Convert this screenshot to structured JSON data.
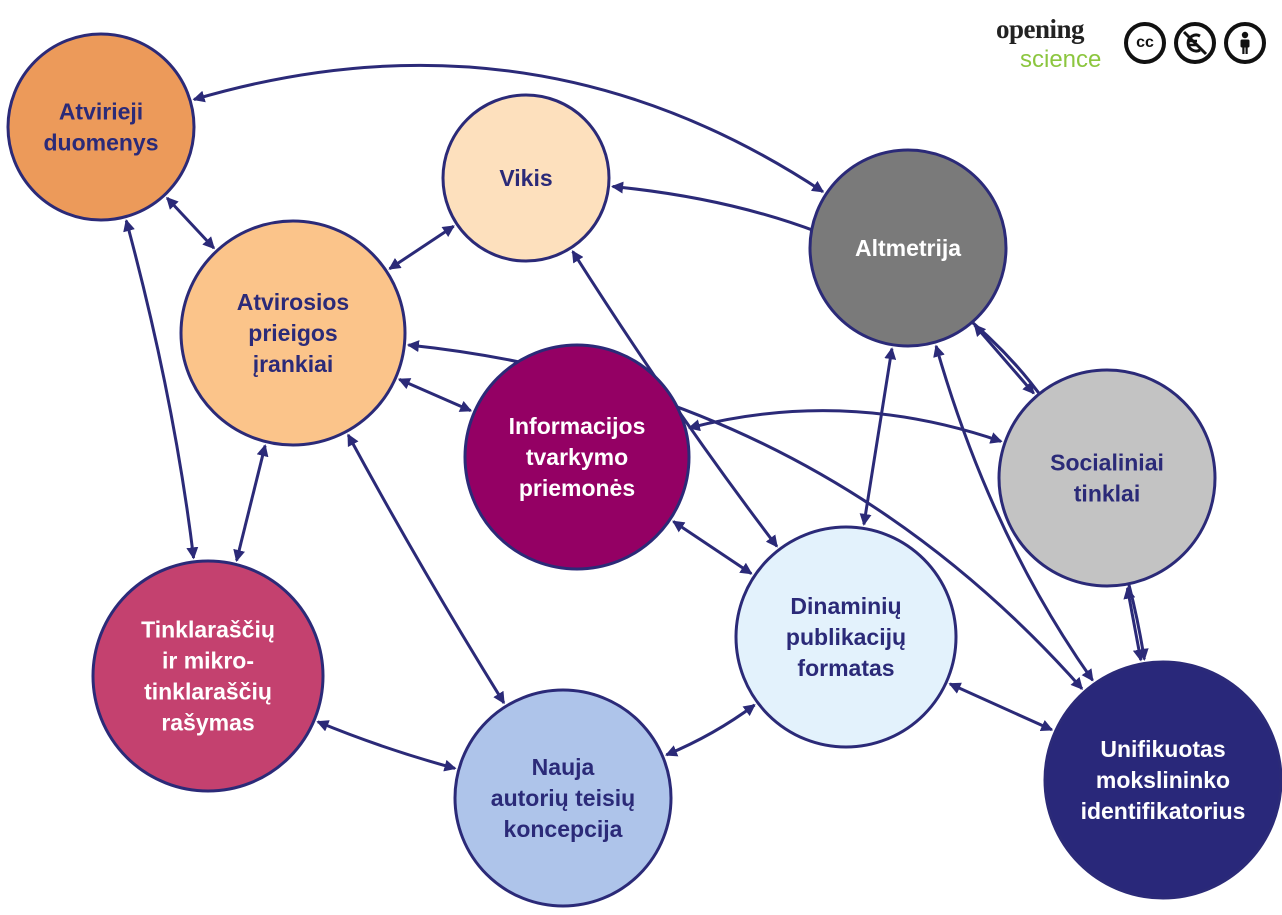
{
  "diagram": {
    "nodes": [
      {
        "id": "atvirieji",
        "lines": [
          "Atvirieji",
          "duomenys"
        ],
        "fill": "#ec9a5a",
        "text_color": "#2b2a78"
      },
      {
        "id": "vikis",
        "lines": [
          "Vikis"
        ],
        "fill": "#fde0bd",
        "text_color": "#2b2a78"
      },
      {
        "id": "altmetrija",
        "lines": [
          "Altmetrija"
        ],
        "fill": "#7a7a7a",
        "text_color": "#ffffff"
      },
      {
        "id": "atvirosios",
        "lines": [
          "Atvirosios",
          "prieigos",
          "įrankiai"
        ],
        "fill": "#fbc48a",
        "text_color": "#2b2a78"
      },
      {
        "id": "informacijos",
        "lines": [
          "Informacijos",
          "tvarkymo",
          "priemonės"
        ],
        "fill": "#940064",
        "text_color": "#ffffff"
      },
      {
        "id": "socialiniai",
        "lines": [
          "Socialiniai",
          "tinklai"
        ],
        "fill": "#c3c3c3",
        "text_color": "#2b2a78"
      },
      {
        "id": "dinaminiu",
        "lines": [
          "Dinaminių",
          "publikacijų",
          "formatas"
        ],
        "fill": "#e3f2fc",
        "text_color": "#2b2a78"
      },
      {
        "id": "tinklarasciu",
        "lines": [
          "Tinklaraščių",
          "ir mikro-",
          "tinklaraščių",
          "rašymas"
        ],
        "fill": "#c4416f",
        "text_color": "#ffffff"
      },
      {
        "id": "nauja",
        "lines": [
          "Nauja",
          "autorių teisių",
          "koncepcija"
        ],
        "fill": "#aec4ea",
        "text_color": "#2b2a78"
      },
      {
        "id": "unifikuotas",
        "lines": [
          "Unifikuotas",
          "mokslininko",
          "identifikatorius"
        ],
        "fill": "#29287a",
        "text_color": "#ffffff"
      }
    ],
    "edges": [
      {
        "from": "atvirieji",
        "to": "altmetrija"
      },
      {
        "from": "vikis",
        "to": "unifikuotas"
      },
      {
        "from": "atvirieji",
        "to": "atvirosios"
      },
      {
        "from": "atvirieji",
        "to": "tinklarasciu"
      },
      {
        "from": "vikis",
        "to": "atvirosios"
      },
      {
        "from": "vikis",
        "to": "dinaminiu"
      },
      {
        "from": "altmetrija",
        "to": "socialiniai"
      },
      {
        "from": "altmetrija",
        "to": "dinaminiu"
      },
      {
        "from": "altmetrija",
        "to": "unifikuotas"
      },
      {
        "from": "atvirosios",
        "to": "informacijos"
      },
      {
        "from": "atvirosios",
        "to": "tinklarasciu"
      },
      {
        "from": "atvirosios",
        "to": "nauja"
      },
      {
        "from": "atvirosios",
        "to": "unifikuotas"
      },
      {
        "from": "informacijos",
        "to": "socialiniai"
      },
      {
        "from": "informacijos",
        "to": "dinaminiu"
      },
      {
        "from": "socialiniai",
        "to": "unifikuotas"
      },
      {
        "from": "dinaminiu",
        "to": "nauja"
      },
      {
        "from": "dinaminiu",
        "to": "unifikuotas"
      },
      {
        "from": "tinklarasciu",
        "to": "nauja"
      }
    ],
    "edge_color": "#2b2a78"
  },
  "logo": {
    "word_top": "opening",
    "word_bottom": "science",
    "brand_color": "#8cc63f",
    "badges": [
      "cc-icon",
      "non-commercial-euro-icon",
      "attribution-person-icon"
    ]
  }
}
